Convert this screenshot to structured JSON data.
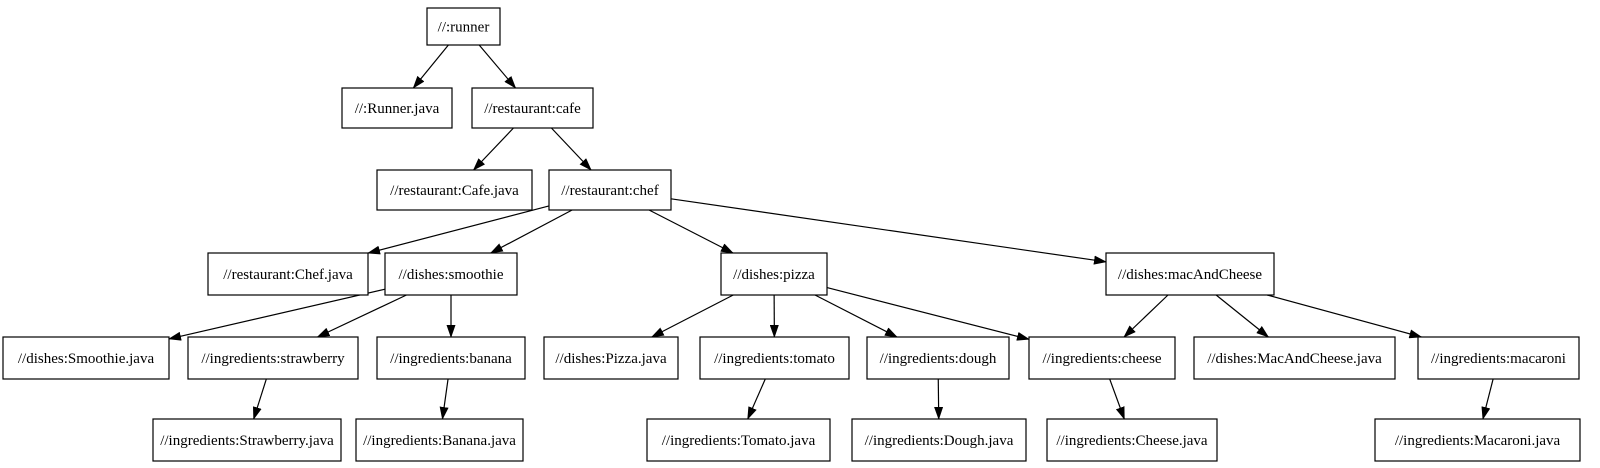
{
  "diagram": {
    "type": "dependency-graph",
    "colors": {
      "background": "#ffffff",
      "node_fill": "#ffffff",
      "node_border": "#000000",
      "edge": "#000000",
      "text": "#000000"
    },
    "nodes": [
      {
        "id": "runner",
        "label": "//:runner"
      },
      {
        "id": "runner_java",
        "label": "//:Runner.java"
      },
      {
        "id": "cafe",
        "label": "//restaurant:cafe"
      },
      {
        "id": "cafe_java",
        "label": "//restaurant:Cafe.java"
      },
      {
        "id": "chef",
        "label": "//restaurant:chef"
      },
      {
        "id": "chef_java",
        "label": "//restaurant:Chef.java"
      },
      {
        "id": "smoothie",
        "label": "//dishes:smoothie"
      },
      {
        "id": "pizza",
        "label": "//dishes:pizza"
      },
      {
        "id": "macandcheese",
        "label": "//dishes:macAndCheese"
      },
      {
        "id": "smoothie_java",
        "label": "//dishes:Smoothie.java"
      },
      {
        "id": "strawberry",
        "label": "//ingredients:strawberry"
      },
      {
        "id": "banana",
        "label": "//ingredients:banana"
      },
      {
        "id": "pizza_java",
        "label": "//dishes:Pizza.java"
      },
      {
        "id": "tomato",
        "label": "//ingredients:tomato"
      },
      {
        "id": "dough",
        "label": "//ingredients:dough"
      },
      {
        "id": "cheese",
        "label": "//ingredients:cheese"
      },
      {
        "id": "macandcheese_java",
        "label": "//dishes:MacAndCheese.java"
      },
      {
        "id": "macaroni",
        "label": "//ingredients:macaroni"
      },
      {
        "id": "strawberry_java",
        "label": "//ingredients:Strawberry.java"
      },
      {
        "id": "banana_java",
        "label": "//ingredients:Banana.java"
      },
      {
        "id": "tomato_java",
        "label": "//ingredients:Tomato.java"
      },
      {
        "id": "dough_java",
        "label": "//ingredients:Dough.java"
      },
      {
        "id": "cheese_java",
        "label": "//ingredients:Cheese.java"
      },
      {
        "id": "macaroni_java",
        "label": "//ingredients:Macaroni.java"
      }
    ],
    "edges": [
      {
        "from": "runner",
        "to": "runner_java"
      },
      {
        "from": "runner",
        "to": "cafe"
      },
      {
        "from": "cafe",
        "to": "cafe_java"
      },
      {
        "from": "cafe",
        "to": "chef"
      },
      {
        "from": "chef",
        "to": "chef_java"
      },
      {
        "from": "chef",
        "to": "smoothie"
      },
      {
        "from": "chef",
        "to": "pizza"
      },
      {
        "from": "chef",
        "to": "macandcheese"
      },
      {
        "from": "smoothie",
        "to": "smoothie_java"
      },
      {
        "from": "smoothie",
        "to": "strawberry"
      },
      {
        "from": "smoothie",
        "to": "banana"
      },
      {
        "from": "strawberry",
        "to": "strawberry_java"
      },
      {
        "from": "banana",
        "to": "banana_java"
      },
      {
        "from": "pizza",
        "to": "pizza_java"
      },
      {
        "from": "pizza",
        "to": "tomato"
      },
      {
        "from": "pizza",
        "to": "dough"
      },
      {
        "from": "pizza",
        "to": "cheese"
      },
      {
        "from": "macandcheese",
        "to": "cheese"
      },
      {
        "from": "macandcheese",
        "to": "macandcheese_java"
      },
      {
        "from": "macandcheese",
        "to": "macaroni"
      },
      {
        "from": "tomato",
        "to": "tomato_java"
      },
      {
        "from": "dough",
        "to": "dough_java"
      },
      {
        "from": "cheese",
        "to": "cheese_java"
      },
      {
        "from": "macaroni",
        "to": "macaroni_java"
      }
    ]
  }
}
